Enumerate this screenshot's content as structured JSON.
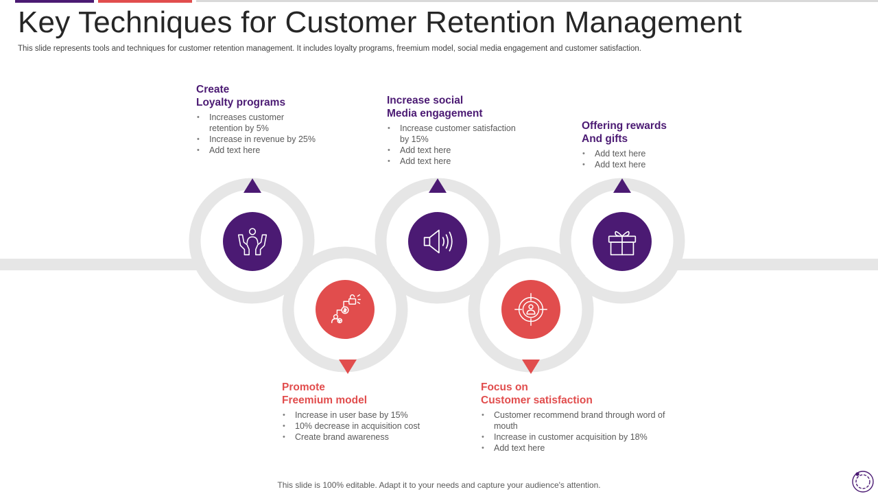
{
  "header": {
    "title": "Key Techniques for Customer Retention Management",
    "subtitle": "This slide represents tools and techniques for customer retention management. It includes loyalty programs, freemium model, social media engagement and customer satisfaction."
  },
  "colors": {
    "primary": "#4b1a73",
    "accent": "#e14d4d",
    "ring": "#e6e6e6"
  },
  "techniques": [
    {
      "title_line1": "Create",
      "title_line2": "Loyalty programs",
      "icon": "hands-person-icon",
      "bullets": [
        "Increases customer retention by 5%",
        "Increase in revenue by 25%",
        "Add text here"
      ]
    },
    {
      "title_line1": "Promote",
      "title_line2": "Freemium model",
      "icon": "freemium-exchange-icon",
      "bullets": [
        "Increase in user base by 15%",
        "10% decrease in acquisition cost",
        "Create brand awareness"
      ]
    },
    {
      "title_line1": "Increase social",
      "title_line2": "Media engagement",
      "icon": "megaphone-icon",
      "bullets": [
        "Increase customer satisfaction by 15%",
        "Add text here",
        "Add text here"
      ]
    },
    {
      "title_line1": "Focus on",
      "title_line2": "Customer satisfaction",
      "icon": "target-customer-icon",
      "bullets": [
        "Customer recommend brand through word of mouth",
        "Increase in customer acquisition by 18%",
        "Add text here"
      ]
    },
    {
      "title_line1": "Offering rewards",
      "title_line2": "And gifts",
      "icon": "gift-icon",
      "bullets": [
        "Add text here",
        "Add text here"
      ]
    }
  ],
  "footer": {
    "text": "This slide is 100% editable. Adapt it to your needs and capture your audience's attention."
  }
}
